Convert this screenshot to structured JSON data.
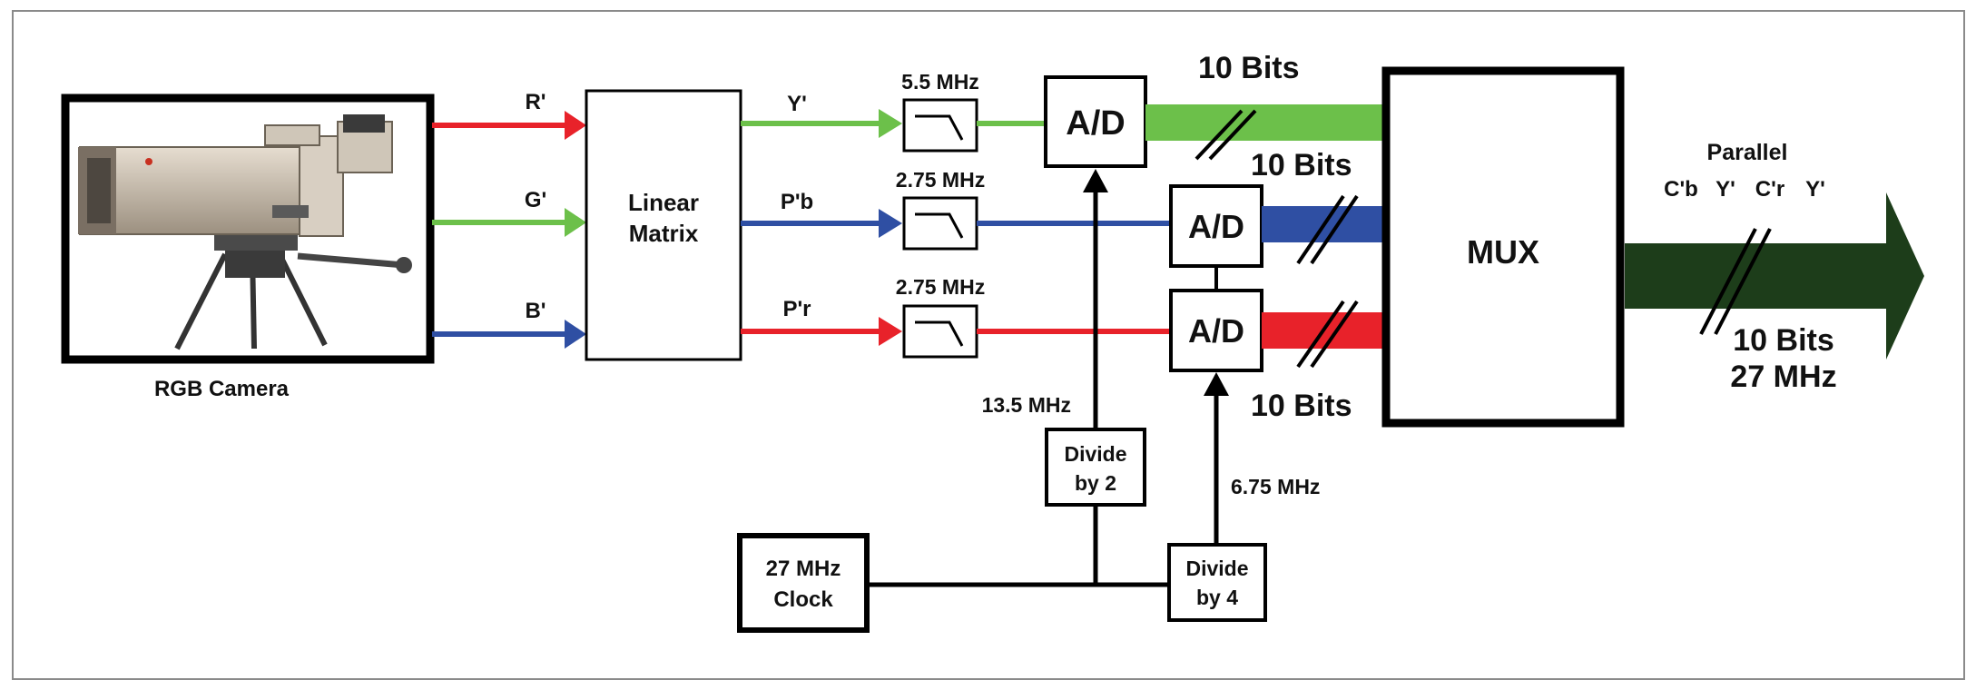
{
  "camera": {
    "label": "RGB Camera",
    "icon": "video-camera-icon"
  },
  "signals": {
    "r": "R'",
    "g": "G'",
    "b": "B'",
    "y": "Y'",
    "pb": "P'b",
    "pr": "P'r"
  },
  "blocks": {
    "matrix_line1": "Linear",
    "matrix_line2": "Matrix",
    "ad": "A/D",
    "mux": "MUX",
    "clock_line1": "27 MHz",
    "clock_line2": "Clock",
    "div2_line1": "Divide",
    "div2_line2": "by 2",
    "div4_line1": "Divide",
    "div4_line2": "by 4"
  },
  "filters": {
    "y": "5.5 MHz",
    "pb": "2.75 MHz",
    "pr": "2.75 MHz"
  },
  "bits": {
    "y": "10 Bits",
    "pb": "10 Bits",
    "pr": "10 Bits"
  },
  "clock_labels": {
    "luma": "13.5 MHz",
    "chroma": "6.75 MHz"
  },
  "output": {
    "label": "Parallel",
    "sequence": [
      "C'b",
      "Y'",
      "C'r",
      "Y'"
    ],
    "bits": "10 Bits",
    "rate": "27 MHz"
  },
  "colors": {
    "red": "#e8222a",
    "green": "#6cc04a",
    "blue": "#2f4fa3",
    "output": "#1d3d1a",
    "line": "#111111"
  }
}
